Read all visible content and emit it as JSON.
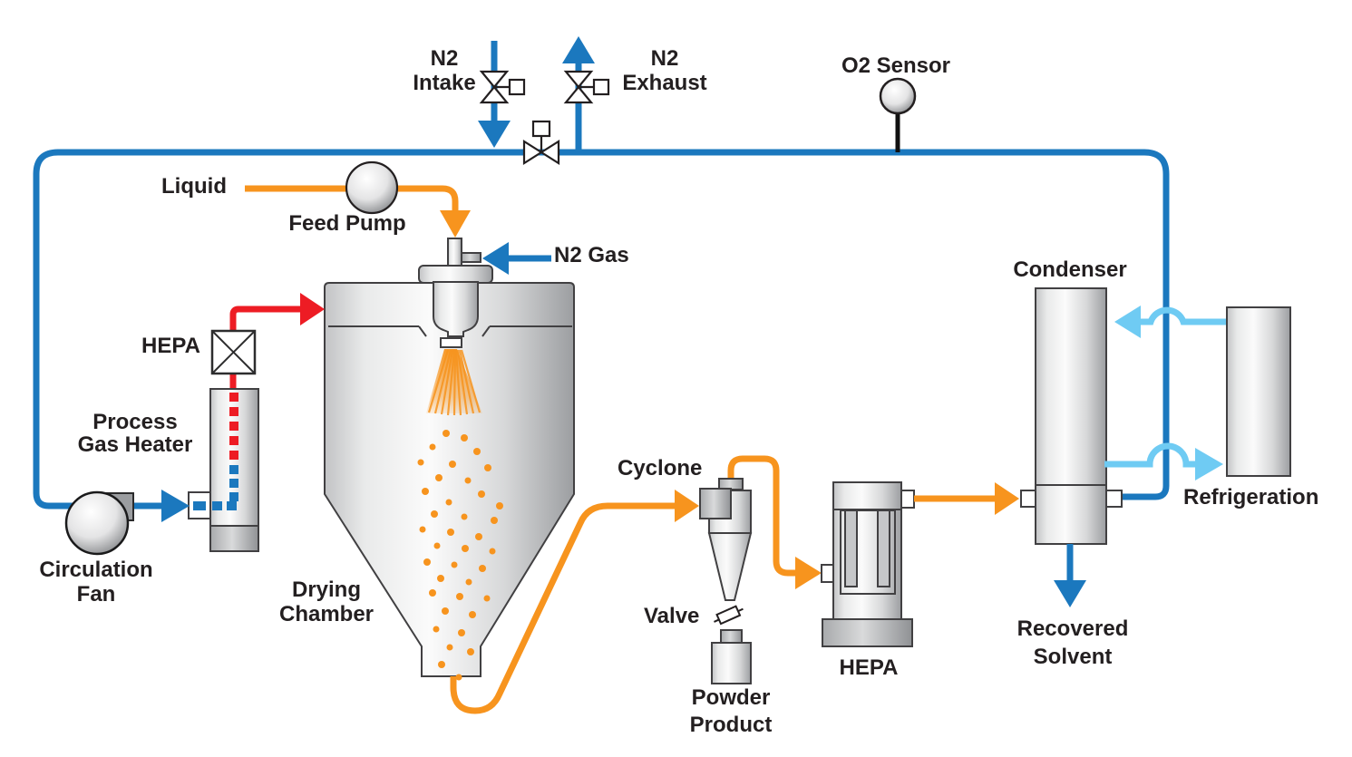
{
  "diagram": {
    "type": "process-flow-schematic",
    "system": "Closed-loop nitrogen spray dryer with solvent recovery",
    "labels": {
      "n2_intake": [
        "N2",
        "Intake"
      ],
      "n2_exhaust": [
        "N2",
        "Exhaust"
      ],
      "o2_sensor": "O2 Sensor",
      "liquid": "Liquid",
      "feed_pump": "Feed Pump",
      "n2_gas": "N2 Gas",
      "hepa_inline_filter": "HEPA",
      "process_gas_heater": [
        "Process",
        "Gas Heater"
      ],
      "circulation_fan": [
        "Circulation",
        "Fan"
      ],
      "drying_chamber": [
        "Drying",
        "Chamber"
      ],
      "cyclone": "Cyclone",
      "valve": "Valve",
      "powder_product": [
        "Powder",
        "Product"
      ],
      "hepa_canister": "HEPA",
      "condenser": "Condenser",
      "recovered_solvent": [
        "Recovered",
        "Solvent"
      ],
      "refrigeration": "Refrigeration"
    },
    "colors": {
      "nitrogen_gas_pipe": "#1b78be",
      "product_pipe": "#f7941e",
      "heated_gas_pipe": "#ed1c24",
      "coolant_pipe": "#6fcbf3",
      "equipment_outline": "#414042",
      "label_text": "#231f20",
      "background": "#ffffff"
    }
  }
}
